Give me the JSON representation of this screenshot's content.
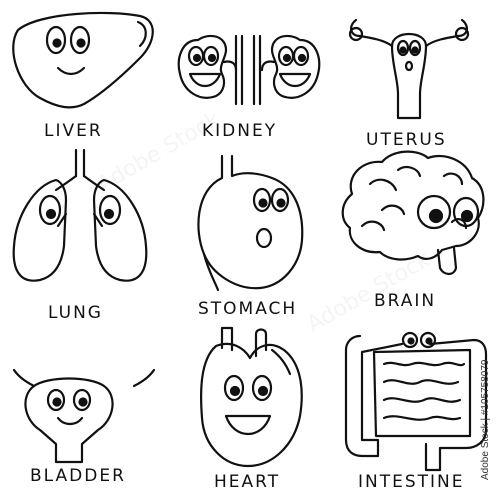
{
  "labels": {
    "liver": "LIVER",
    "kidney": "KIDNEY",
    "uterus": "UTERUS",
    "lung": "LUNG",
    "stomach": "STOMACH",
    "brain": "BRAIN",
    "bladder": "BLADDER",
    "heart": "HEART",
    "intestine": "INTESTINE"
  },
  "stock_id": "Adobe Stock | #105758079",
  "watermark": "Adobe Stock",
  "colors": {
    "ink": "#111111",
    "background": "#ffffff"
  }
}
